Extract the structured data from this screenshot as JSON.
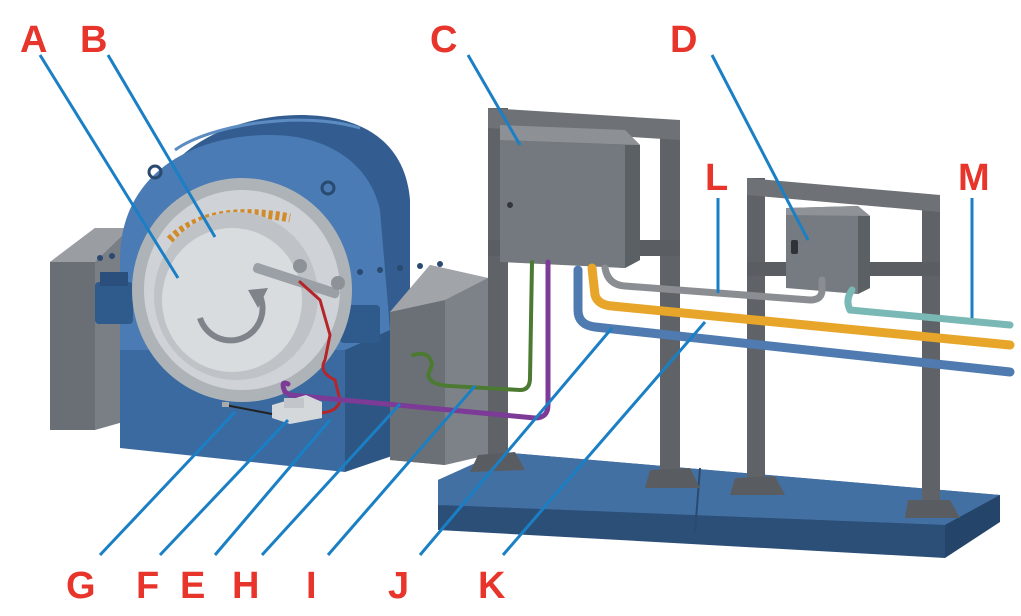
{
  "callouts": {
    "A": "A",
    "B": "B",
    "C": "C",
    "D": "D",
    "E": "E",
    "F": "F",
    "G": "G",
    "H": "H",
    "I": "I",
    "J": "J",
    "K": "K",
    "L": "L",
    "M": "M"
  },
  "colors": {
    "label_text": "#e8352b",
    "leader_line": "#1a7fc4",
    "machine_blue": "#3f6fa5",
    "cabinet_gray": "#6f747a",
    "frame_gray": "#6b6f73",
    "base_blue": "#3a6494",
    "cable_red": "#b5252a",
    "cable_green": "#4c7a32",
    "cable_purple": "#7b3b97",
    "conduit_blue": "#4f7bb0",
    "conduit_yellow": "#e7a529",
    "conduit_gray": "#8a8d91",
    "conduit_teal": "#79b8b5"
  },
  "icons": {
    "rotation_arrow": "circular-arrow-icon"
  }
}
